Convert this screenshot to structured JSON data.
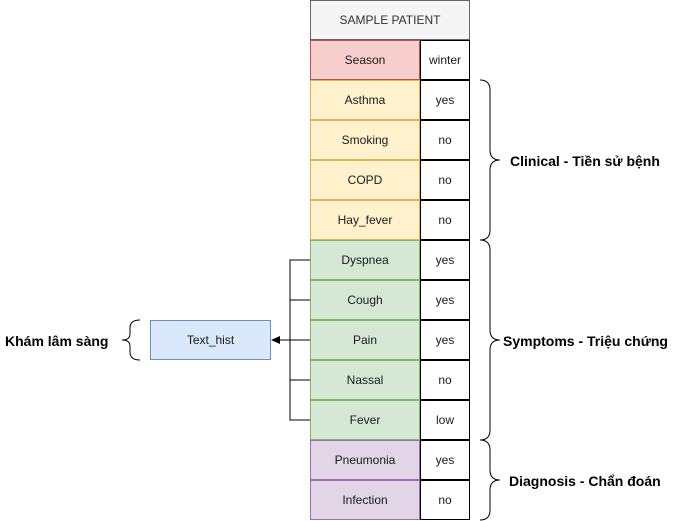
{
  "title": "SAMPLE PATIENT",
  "season": {
    "label": "Season",
    "value": "winter"
  },
  "clinical": {
    "note": "Clinical - Tiền sử bệnh",
    "rows": [
      {
        "label": "Asthma",
        "value": "yes"
      },
      {
        "label": "Smoking",
        "value": "no"
      },
      {
        "label": "COPD",
        "value": "no"
      },
      {
        "label": "Hay_fever",
        "value": "no"
      }
    ]
  },
  "symptoms": {
    "note": "Symptoms - Triệu chứng",
    "rows": [
      {
        "label": "Dyspnea",
        "value": "yes"
      },
      {
        "label": "Cough",
        "value": "yes"
      },
      {
        "label": "Pain",
        "value": "yes"
      },
      {
        "label": "Nassal",
        "value": "no"
      },
      {
        "label": "Fever",
        "value": "low"
      }
    ]
  },
  "diagnosis": {
    "note": "Diagnosis - Chẩn đoán",
    "rows": [
      {
        "label": "Pneumonia",
        "value": "yes"
      },
      {
        "label": "Infection",
        "value": "no"
      }
    ]
  },
  "text_hist": {
    "label": "Text_hist",
    "note": "Khám lâm sàng"
  },
  "colors": {
    "season_fill": "#f8cecc",
    "clinical_fill": "#fff2cc",
    "symptoms_fill": "#d5e8d4",
    "diagnosis_fill": "#e1d5e7",
    "text_hist_fill": "#dae8fc"
  }
}
